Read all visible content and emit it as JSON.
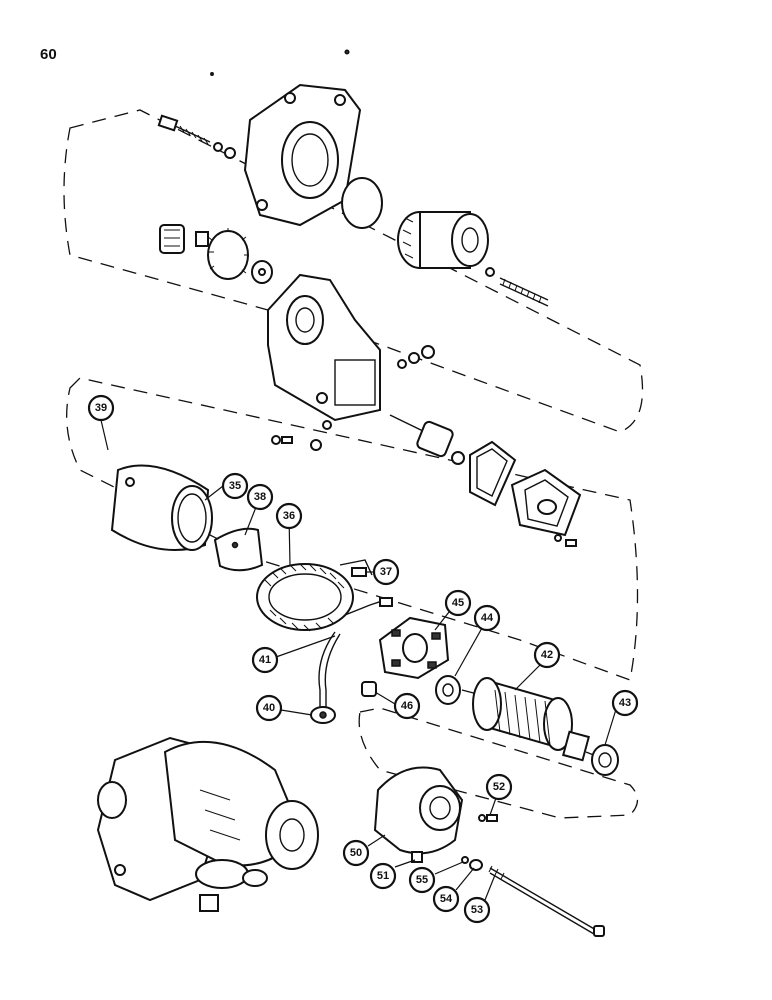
{
  "page_number": "60",
  "callouts": [
    {
      "id": "c39",
      "label": "39"
    },
    {
      "id": "c35",
      "label": "35"
    },
    {
      "id": "c38",
      "label": "38"
    },
    {
      "id": "c36",
      "label": "36"
    },
    {
      "id": "c37",
      "label": "37"
    },
    {
      "id": "c45",
      "label": "45"
    },
    {
      "id": "c44",
      "label": "44"
    },
    {
      "id": "c42",
      "label": "42"
    },
    {
      "id": "c41",
      "label": "41"
    },
    {
      "id": "c40",
      "label": "40"
    },
    {
      "id": "c46",
      "label": "46"
    },
    {
      "id": "c43",
      "label": "43"
    },
    {
      "id": "c52",
      "label": "52"
    },
    {
      "id": "c50",
      "label": "50"
    },
    {
      "id": "c51",
      "label": "51"
    },
    {
      "id": "c55",
      "label": "55"
    },
    {
      "id": "c54",
      "label": "54"
    },
    {
      "id": "c53",
      "label": "53"
    }
  ]
}
